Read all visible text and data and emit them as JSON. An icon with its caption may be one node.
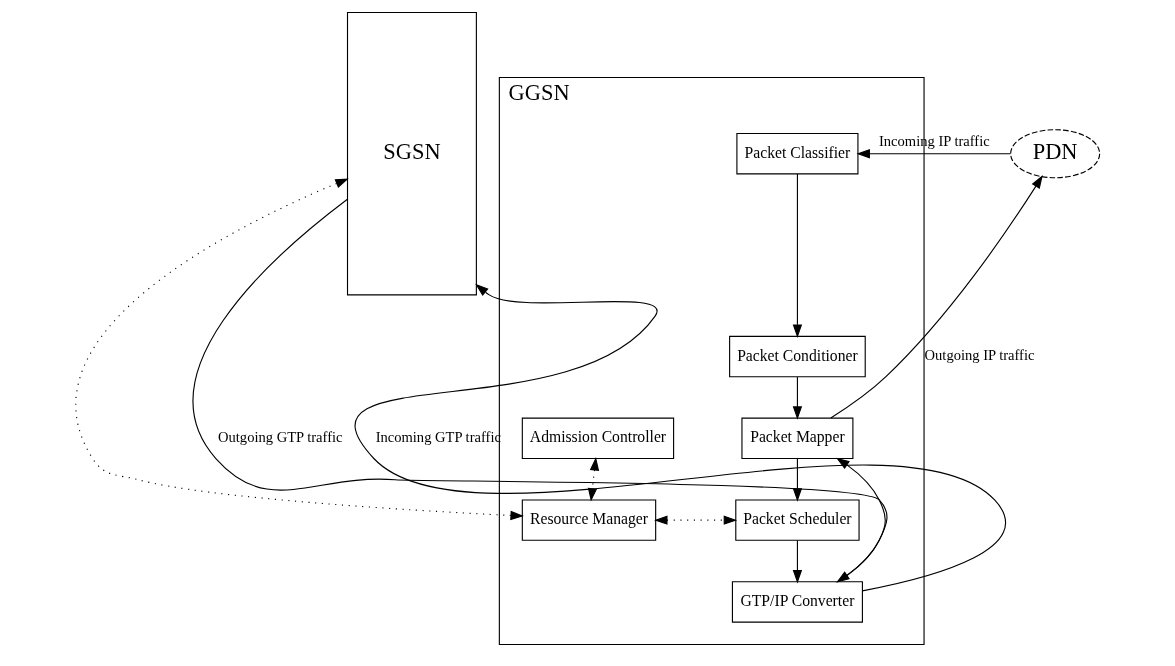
{
  "diagram": {
    "nodes": [
      {
        "text": [
          "SGSN"
        ]
      },
      {
        "text": [
          "GGSN"
        ]
      },
      {
        "text": [
          "Packet Classifier"
        ],
        "in": 1
      },
      {
        "text": [
          "Packet Conditioner"
        ],
        "in": 1
      },
      {
        "text": [
          "Admission Controller"
        ],
        "in": 1
      },
      {
        "text": [
          "Packet Mapper"
        ],
        "in": 1
      },
      {
        "text": [
          "Resource Manager"
        ],
        "in": 1
      },
      {
        "text": [
          "Packet Scheduler"
        ],
        "in": 1
      },
      {
        "text": [
          "GTP/IP Converter"
        ],
        "in": 1
      },
      {
        "text": [
          "PDN"
        ]
      }
    ],
    "edges": [
      {
        "from": 9,
        "to": 2,
        "arrow": "to",
        "label": "Incoming IP traffic"
      },
      {
        "from": 2,
        "to": 3,
        "arrow": "to"
      },
      {
        "from": 3,
        "to": 5,
        "arrow": "to"
      },
      {
        "from": 5,
        "to": 9,
        "arrow": "to",
        "label": "Outgoing IP traffic"
      },
      {
        "from": 4,
        "to": 6,
        "arrow": "both",
        "style": "dashed"
      },
      {
        "from": 5,
        "to": 7,
        "arrow": "to"
      },
      {
        "from": 0,
        "to": 6,
        "arrow": "both",
        "style": "dashed"
      },
      {
        "from": 6,
        "to": 7,
        "arrow": "both",
        "style": "dashed"
      },
      {
        "from": 7,
        "to": 8,
        "arrow": "to"
      },
      {
        "from": 8,
        "to": 0,
        "arrow": "to",
        "label": "Incoming GTP traffic"
      },
      {
        "from": 0,
        "to": 8,
        "arrow": "to",
        "label": "Outgoing GTP traffic"
      },
      {
        "from": 8,
        "to": 5,
        "arrow": "to"
      }
    ]
  }
}
